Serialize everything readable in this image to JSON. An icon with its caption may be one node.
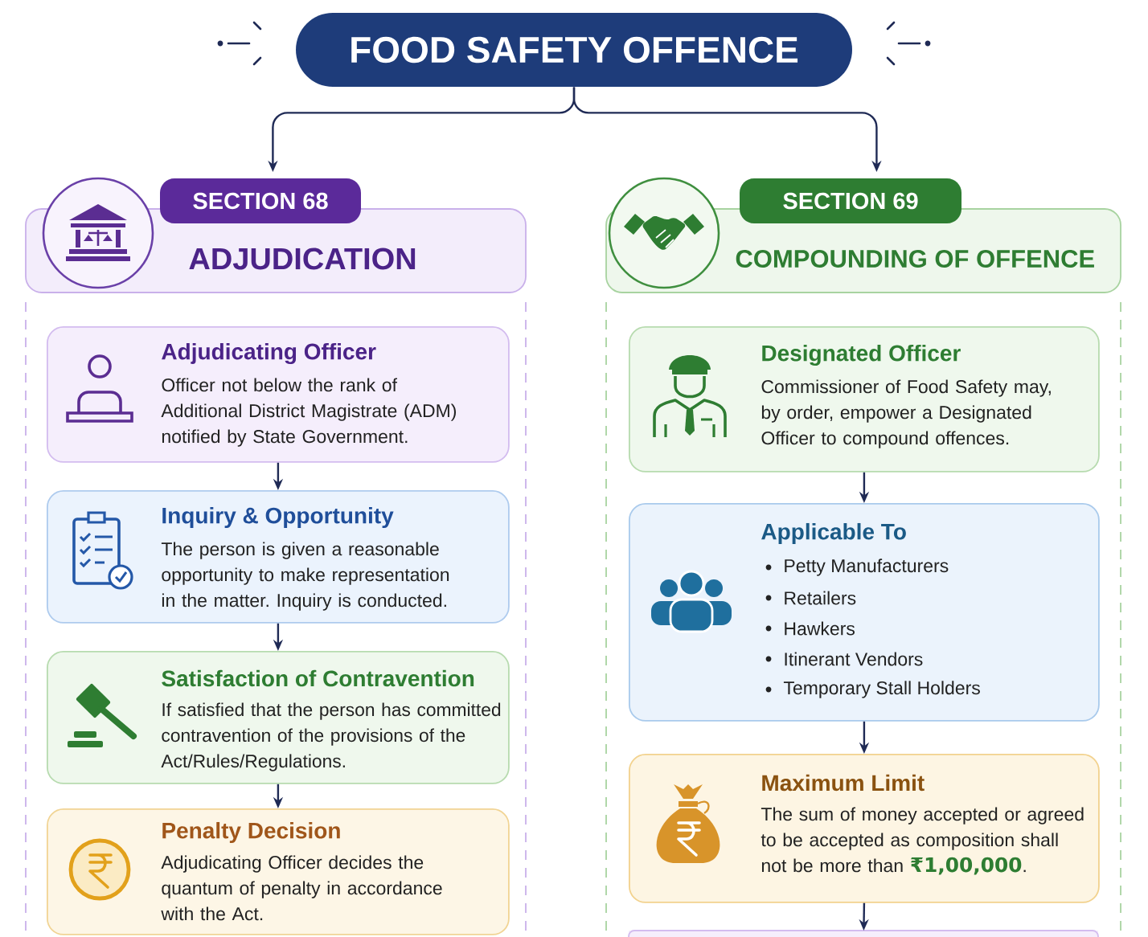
{
  "diagram": {
    "nodes": [
      {
        "text": [
          "FOOD SAFETY OFFENCE"
        ]
      },
      {
        "text": [
          "SECTION 68",
          "ADJUDICATION"
        ]
      },
      {
        "text": [
          "Adjudicating Officer",
          "Officer not below the rank of Additional District Magistrate (ADM) notified by State Government."
        ],
        "in": 1
      },
      {
        "text": [
          "Inquiry & Opportunity",
          "The person is given a reasonable opportunity to make representation in the matter. Inquiry is conducted."
        ],
        "in": 1
      },
      {
        "text": [
          "Satisfaction of Contravention",
          "If satisfied that the person has committed contravention of the provisions of the Act/Rules/Regulations."
        ],
        "in": 1
      },
      {
        "text": [
          "Penalty Decision",
          "Adjudicating Officer decides the quantum of penalty in accordance with the Act."
        ],
        "in": 1
      },
      {
        "text": [
          "SECTION 69",
          "COMPOUNDING OF OFFENCE"
        ]
      },
      {
        "text": [
          "Designated Officer",
          "Commissioner of Food Safety may, by order, empower a Designated Officer to compound offences."
        ],
        "in": 6
      },
      {
        "text": [
          "Applicable To",
          "Petty Manufacturers",
          "Retailers",
          "Hawkers",
          "Itinerant Vendors",
          "Temporary Stall Holders"
        ],
        "in": 6
      },
      {
        "text": [
          "Maximum Limit",
          "The sum of money accepted or agreed to be accepted as composition shall not be more than **₹1,00,000**."
        ],
        "in": 6
      },
      {
        "text": [],
        "shape": "box",
        "in": 6
      }
    ],
    "edges": [
      {
        "from": 0,
        "to": 1,
        "arrow": "to"
      },
      {
        "from": 0,
        "to": 6,
        "arrow": "to"
      },
      {
        "from": 2,
        "to": 3,
        "arrow": "to"
      },
      {
        "from": 3,
        "to": 4,
        "arrow": "to"
      },
      {
        "from": 4,
        "to": 5,
        "arrow": "to"
      },
      {
        "from": 7,
        "to": 8,
        "arrow": "to"
      },
      {
        "from": 8,
        "to": 9,
        "arrow": "to"
      },
      {
        "from": 9,
        "to": 10,
        "arrow": "to"
      }
    ]
  }
}
